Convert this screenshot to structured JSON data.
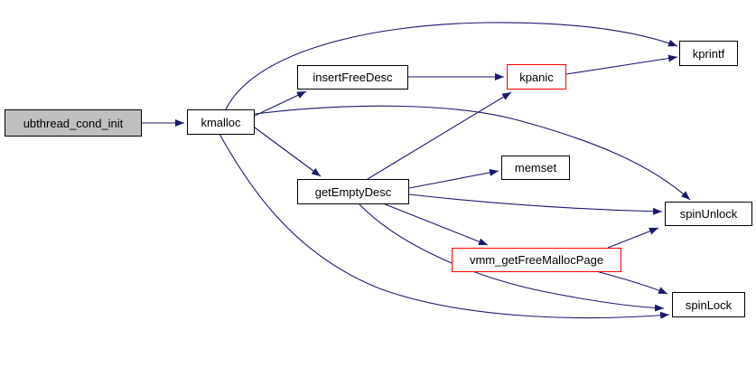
{
  "diagram": {
    "type": "call-graph",
    "nodes": {
      "ubthread_cond_init": {
        "label": "ubthread_cond_init",
        "role": "root"
      },
      "kmalloc": {
        "label": "kmalloc",
        "role": "normal"
      },
      "insertFreeDesc": {
        "label": "insertFreeDesc",
        "role": "normal"
      },
      "kpanic": {
        "label": "kpanic",
        "role": "truncated"
      },
      "kprintf": {
        "label": "kprintf",
        "role": "normal"
      },
      "getEmptyDesc": {
        "label": "getEmptyDesc",
        "role": "normal"
      },
      "memset": {
        "label": "memset",
        "role": "normal"
      },
      "spinUnlock": {
        "label": "spinUnlock",
        "role": "normal"
      },
      "vmm_getFreeMallocPage": {
        "label": "vmm_getFreeMallocPage",
        "role": "truncated"
      },
      "spinLock": {
        "label": "spinLock",
        "role": "normal"
      }
    },
    "edges": [
      {
        "from": "ubthread_cond_init",
        "to": "kmalloc"
      },
      {
        "from": "kmalloc",
        "to": "kprintf"
      },
      {
        "from": "kmalloc",
        "to": "insertFreeDesc"
      },
      {
        "from": "kmalloc",
        "to": "spinUnlock"
      },
      {
        "from": "kmalloc",
        "to": "getEmptyDesc"
      },
      {
        "from": "kmalloc",
        "to": "spinLock"
      },
      {
        "from": "insertFreeDesc",
        "to": "kpanic"
      },
      {
        "from": "kpanic",
        "to": "kprintf"
      },
      {
        "from": "getEmptyDesc",
        "to": "kpanic"
      },
      {
        "from": "getEmptyDesc",
        "to": "memset"
      },
      {
        "from": "getEmptyDesc",
        "to": "spinUnlock"
      },
      {
        "from": "getEmptyDesc",
        "to": "vmm_getFreeMallocPage"
      },
      {
        "from": "getEmptyDesc",
        "to": "spinLock"
      },
      {
        "from": "vmm_getFreeMallocPage",
        "to": "spinUnlock"
      },
      {
        "from": "vmm_getFreeMallocPage",
        "to": "spinLock"
      }
    ],
    "colors": {
      "edge": "#191970",
      "node_border": "#000000",
      "node_fill": "#ffffff",
      "root_fill": "#bfbfbf",
      "truncated_border": "#ff0000",
      "text": "#000000",
      "background": "#ffffff"
    }
  }
}
